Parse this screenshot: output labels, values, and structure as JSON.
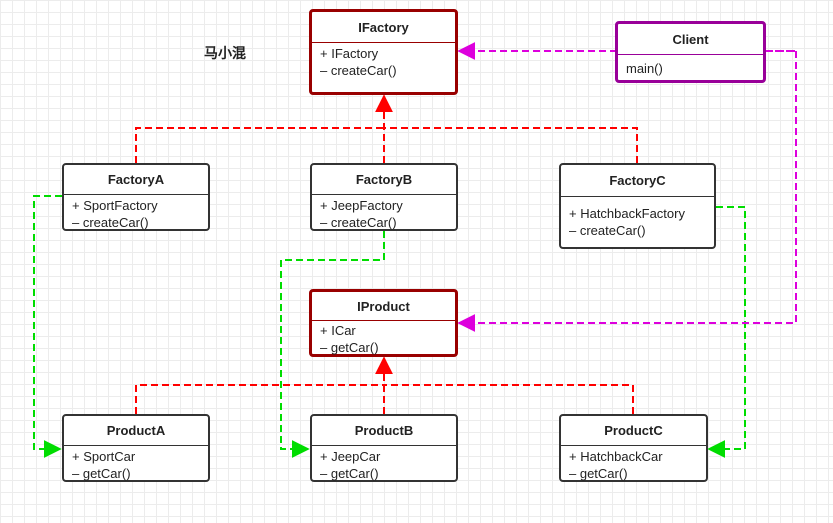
{
  "watermark": "马小混",
  "colors": {
    "interface_border": "#990000",
    "client_border": "#990099",
    "class_border": "#333333",
    "implements_edge": "#ff0000",
    "creates_edge": "#00dd00",
    "uses_edge": "#dd00dd"
  },
  "nodes": {
    "ifactory": {
      "title": "IFactory",
      "members": [
        "+ IFactory",
        "– createCar()"
      ]
    },
    "client": {
      "title": "Client",
      "members": [
        "main()"
      ]
    },
    "factory_a": {
      "title": "FactoryA",
      "members": [
        "+ SportFactory",
        "– createCar()"
      ]
    },
    "factory_b": {
      "title": "FactoryB",
      "members": [
        "+ JeepFactory",
        "– createCar()"
      ]
    },
    "factory_c": {
      "title": "FactoryC",
      "members": [
        "+ HatchbackFactory",
        "– createCar()"
      ]
    },
    "iproduct": {
      "title": "IProduct",
      "members": [
        "+ ICar",
        "– getCar()"
      ]
    },
    "product_a": {
      "title": "ProductA",
      "members": [
        "+ SportCar",
        "– getCar()"
      ]
    },
    "product_b": {
      "title": "ProductB",
      "members": [
        "+ JeepCar",
        "– getCar()"
      ]
    },
    "product_c": {
      "title": "ProductC",
      "members": [
        "+ HatchbackCar",
        "– getCar()"
      ]
    }
  }
}
